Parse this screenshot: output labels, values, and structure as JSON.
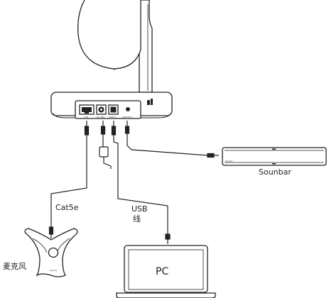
{
  "labels": {
    "cat5e": "Cat5e",
    "usb_line1": "USB",
    "usb_line2": "线",
    "soundbar": "Sounbar",
    "microphone": "麦克风",
    "pc": "PC"
  },
  "ports": {
    "port1": "LAN",
    "port2": "DC 48V",
    "port3": "USB3.0",
    "port4": "LINE OUT"
  },
  "device_marks": {
    "mic_brand": "Yealink",
    "soundbar_brand": "Yealink"
  }
}
